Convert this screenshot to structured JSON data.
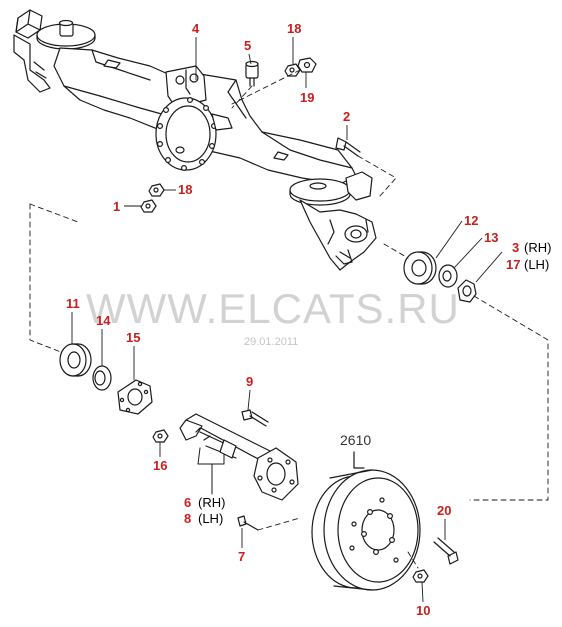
{
  "watermark": "WWW.ELCATS.RU",
  "watermark_date": "29.01.2011",
  "group_ref": "2610",
  "callouts": {
    "c1": "1",
    "c2": "2",
    "c3": "3",
    "c3_side": "(RH)",
    "c4": "4",
    "c5": "5",
    "c6": "6",
    "c6_side": "(RH)",
    "c7": "7",
    "c8": "8",
    "c8_side": "(LH)",
    "c9": "9",
    "c10": "10",
    "c11": "11",
    "c12": "12",
    "c13": "13",
    "c14": "14",
    "c15": "15",
    "c16": "16",
    "c17": "17",
    "c17_side": "(LH)",
    "c18a": "18",
    "c18b": "18",
    "c19": "19",
    "c20": "20"
  },
  "colors": {
    "callout": "#c8201e",
    "line_art": "#1a1a1a",
    "watermark": "#d2d2d2"
  }
}
